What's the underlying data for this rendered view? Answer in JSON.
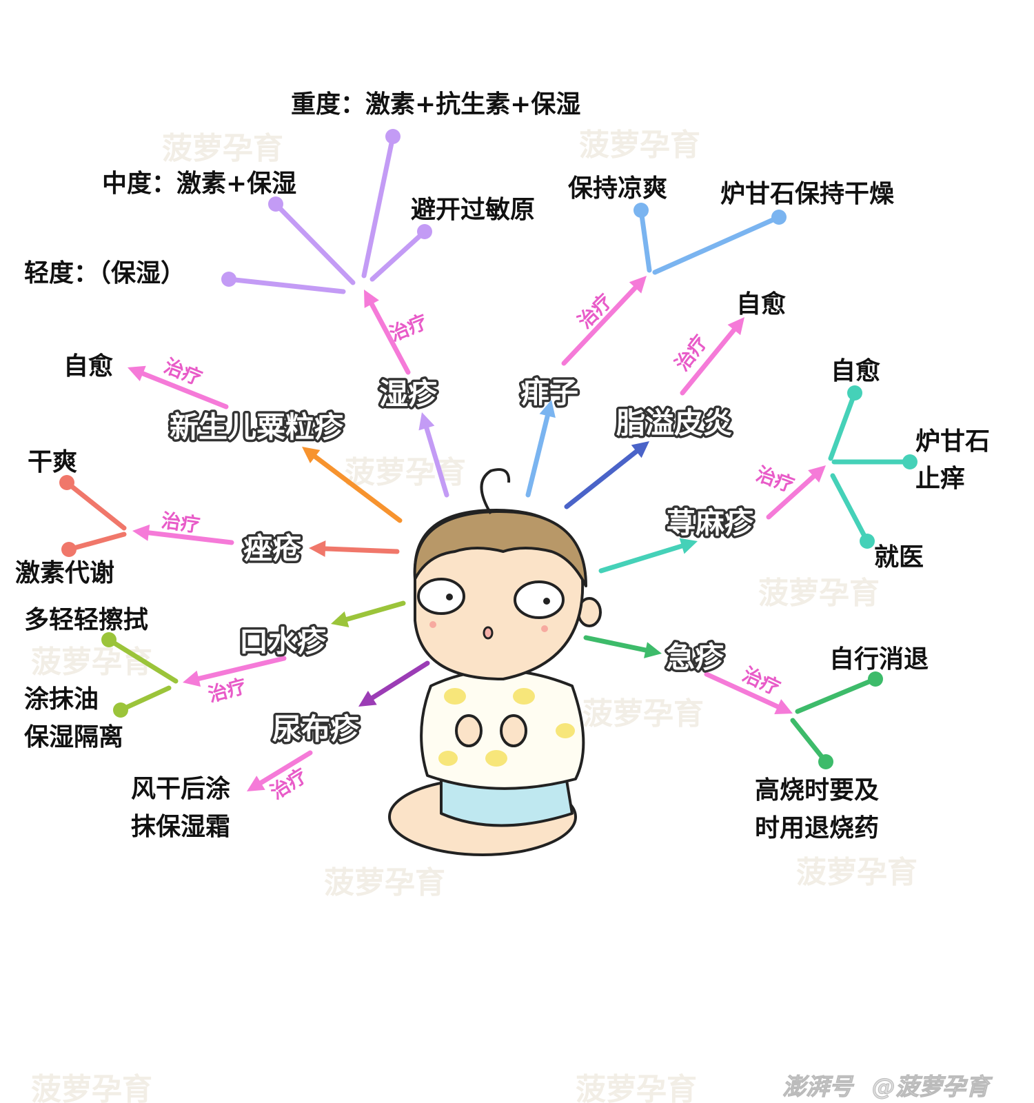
{
  "treat_label": "治疗",
  "watermark": "菠萝孕育",
  "footer": {
    "platform": "澎湃号",
    "account": "@菠萝孕育"
  },
  "colors": {
    "treatment_arrow": "#f57ad8",
    "eczema": "#c39bf5",
    "milia": "#f7932e",
    "heat_rash": "#7ab4f0",
    "seborrheic": "#4a63c8",
    "hives": "#45d1b8",
    "acne": "#f0776a",
    "drool_rash": "#9bc43a",
    "diaper_rash": "#9b3cb5",
    "roseola": "#3dbb6a"
  },
  "diseases": {
    "eczema": {
      "name": "湿疹",
      "treatments": [
        "重度：激素+抗生素+保湿",
        "中度：激素+保湿",
        "轻度：（保湿）",
        "避开过敏原"
      ]
    },
    "milia": {
      "name": "新生儿粟粒疹",
      "treatments": [
        "自愈"
      ]
    },
    "heat_rash": {
      "name": "痱子",
      "treatments": [
        "保持凉爽",
        "炉甘石保持干燥"
      ]
    },
    "seborrheic": {
      "name": "脂溢皮炎",
      "treatments": [
        "自愈"
      ]
    },
    "hives": {
      "name": "荨麻疹",
      "treatments": [
        "自愈",
        "炉甘石",
        "止痒",
        "就医"
      ]
    },
    "acne": {
      "name": "痤疮",
      "treatments": [
        "干爽",
        "激素代谢"
      ]
    },
    "drool_rash": {
      "name": "口水疹",
      "treatments": [
        "多轻轻擦拭",
        "涂抹油",
        "保湿隔离"
      ]
    },
    "diaper_rash": {
      "name": "尿布疹",
      "treatments": [
        "风干后涂",
        "抹保湿霜"
      ]
    },
    "roseola": {
      "name": "急疹",
      "treatments": [
        "自行消退",
        "高烧时要及",
        "时用退烧药"
      ]
    }
  }
}
